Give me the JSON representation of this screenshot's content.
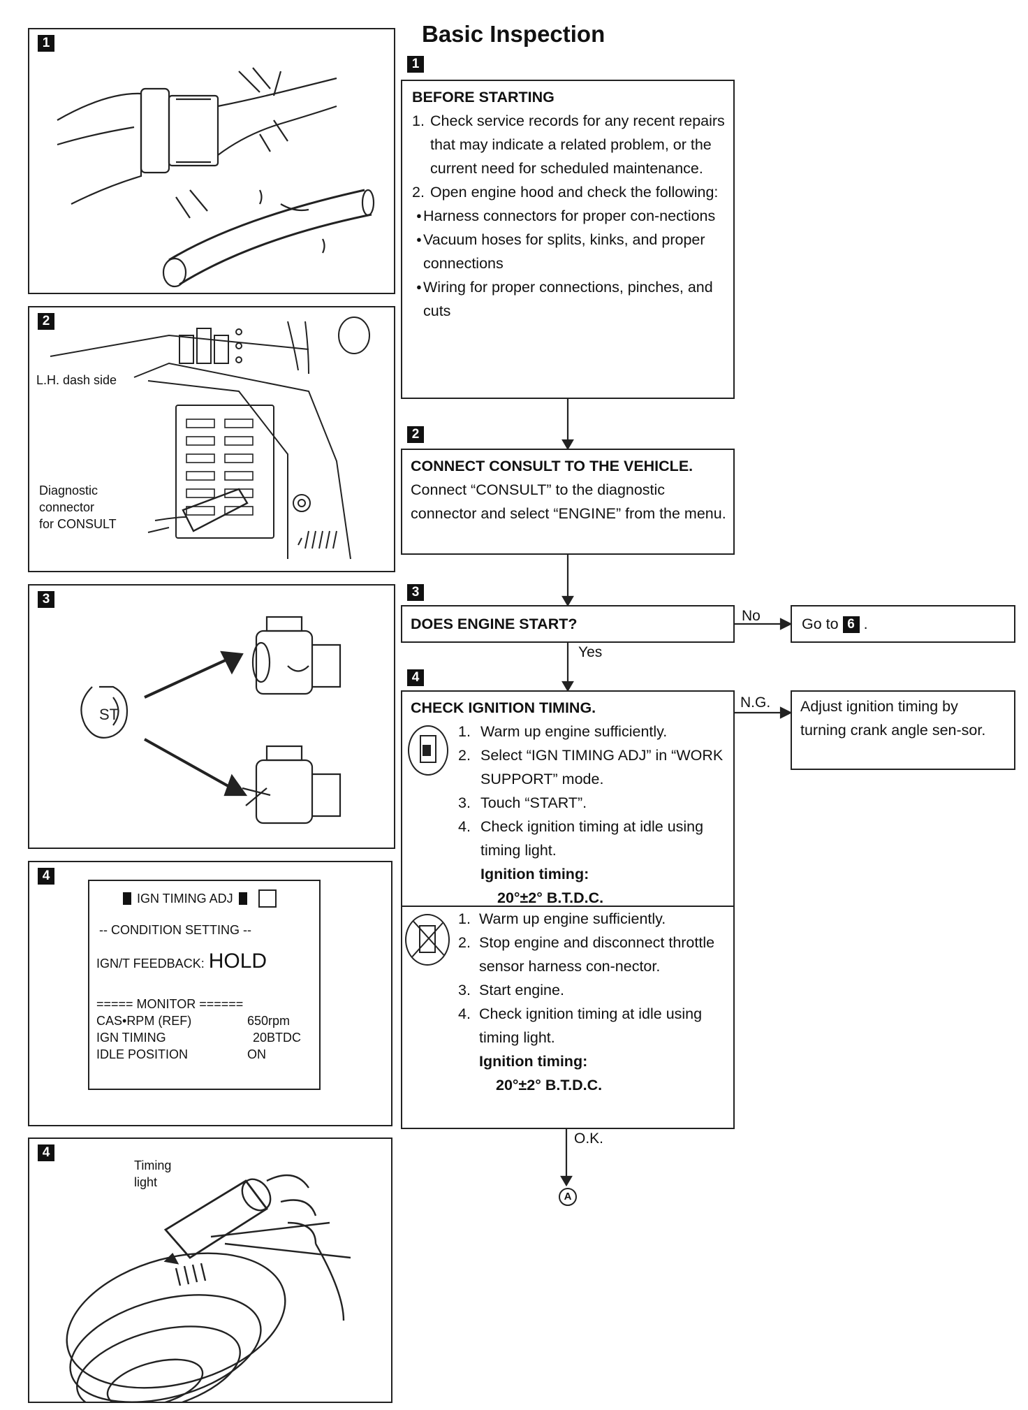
{
  "title": "Basic Inspection",
  "step_badges": [
    "1",
    "2",
    "3",
    "4",
    "4"
  ],
  "panel2": {
    "dash_label": "L.H. dash side",
    "connector_label": [
      "Diagnostic",
      "connector",
      "for CONSULT"
    ]
  },
  "panel3": {
    "key_label": "ST"
  },
  "panel4_screen": {
    "header": "IGN TIMING ADJ",
    "condition": "-- CONDITION SETTING --",
    "feedback_label": "IGN/T FEEDBACK:",
    "feedback_value": "HOLD",
    "monitor": "===== MONITOR ======",
    "rows": [
      {
        "label": "CAS•RPM (REF)",
        "value": "650rpm"
      },
      {
        "label": "IGN TIMING",
        "value": "20BTDC"
      },
      {
        "label": "IDLE POSITION",
        "value": "ON"
      }
    ]
  },
  "panel5": {
    "timing_label": [
      "Timing",
      "light"
    ]
  },
  "flow": {
    "step1": {
      "badge": "1",
      "heading": "BEFORE STARTING",
      "items": [
        {
          "n": "1.",
          "text": "Check service records for any recent repairs that may indicate a related problem, or the current need for scheduled maintenance."
        },
        {
          "n": "2.",
          "text": "Open engine hood and check the following:"
        }
      ],
      "bullets": [
        "Harness connectors for proper con-nections",
        "Vacuum hoses for splits, kinks, and proper connections",
        "Wiring for proper connections, pinches, and cuts"
      ]
    },
    "step2": {
      "badge": "2",
      "heading": "CONNECT CONSULT TO THE VEHICLE.",
      "text": "Connect “CONSULT” to the diagnostic connector and select “ENGINE” from the menu."
    },
    "step3": {
      "badge": "3",
      "heading": "DOES ENGINE START?",
      "no_label": "No",
      "yes_label": "Yes",
      "goto_text": "Go to",
      "goto_badge": "6",
      "goto_suffix": "."
    },
    "step4": {
      "badge": "4",
      "heading": "CHECK IGNITION TIMING.",
      "ng_label": "N.G.",
      "ng_text": "Adjust ignition timing by turning crank angle sen-sor.",
      "with_consult": [
        {
          "n": "1.",
          "text": "Warm up engine sufficiently."
        },
        {
          "n": "2.",
          "text": "Select “IGN TIMING ADJ” in “WORK SUPPORT” mode."
        },
        {
          "n": "3.",
          "text": "Touch “START”."
        },
        {
          "n": "4.",
          "text": "Check ignition timing at idle using timing light."
        }
      ],
      "without_consult": [
        {
          "n": "1.",
          "text": "Warm up engine sufficiently."
        },
        {
          "n": "2.",
          "text": "Stop engine and disconnect throttle sensor harness con-nector."
        },
        {
          "n": "3.",
          "text": "Start engine."
        },
        {
          "n": "4.",
          "text": "Check ignition timing at idle using timing light."
        }
      ],
      "spec_label": "Ignition timing:",
      "spec_value": "20°±2° B.T.D.C.",
      "ok_label": "O.K.",
      "next_marker": "A"
    }
  }
}
